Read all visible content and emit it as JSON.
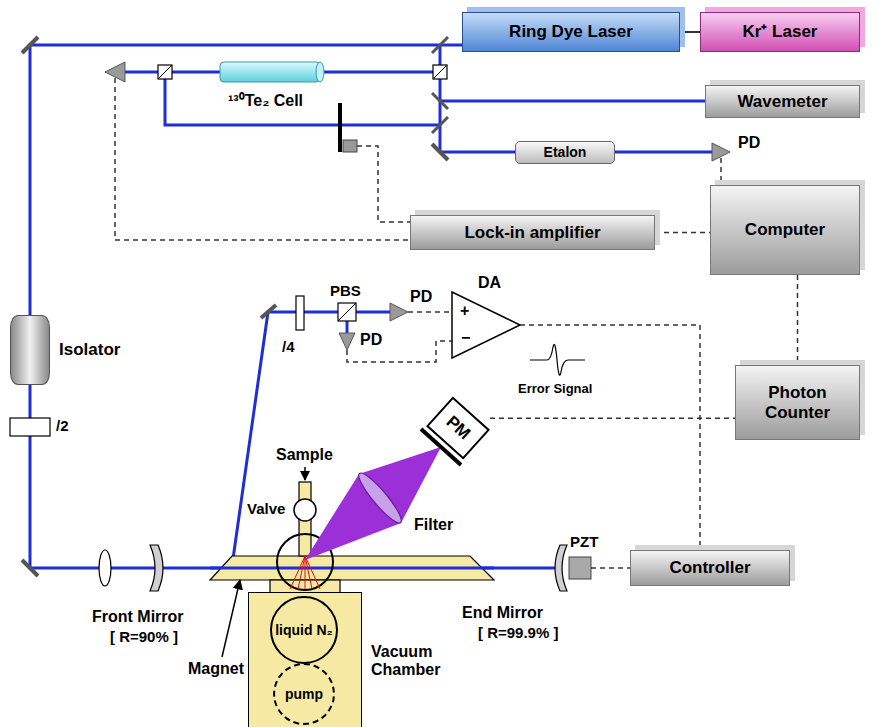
{
  "diagram": {
    "nodes": [
      {
        "text": [
          "Ring Dye Laser"
        ]
      },
      {
        "text": [
          "Kr⁺ Laser"
        ]
      },
      {
        "text": [
          "Wavemeter"
        ]
      },
      {
        "text": [
          "Etalon"
        ]
      },
      {
        "text": [
          "Lock-in amplifier"
        ]
      },
      {
        "text": [
          "Computer"
        ]
      },
      {
        "text": [
          "Isolator"
        ]
      },
      {
        "text": [
          "PM"
        ]
      },
      {
        "text": [
          "Photon Counter"
        ]
      },
      {
        "text": [
          "Controller"
        ]
      },
      {
        "text": [
          "Vacuum Chamber"
        ]
      },
      {
        "text": [
          "liquid N₂"
        ],
        "in": 10
      },
      {
        "text": [
          "pump"
        ],
        "in": 10
      }
    ],
    "edges": [
      {
        "from": 1,
        "to": 0,
        "arrow": "none"
      },
      {
        "from": 4,
        "to": 5,
        "arrow": "none"
      },
      {
        "from": 5,
        "to": 8,
        "arrow": "none"
      },
      {
        "from": 7,
        "to": 8,
        "arrow": "none"
      }
    ],
    "labels": [
      "¹³⁰Te₂ Cell",
      "PD",
      "PBS",
      "PD",
      "DA",
      "+",
      "−",
      "/4",
      "PD",
      "Error Signal",
      "/2",
      "Sample",
      "Valve",
      "Filter",
      "PZT",
      "Front Mirror",
      "[ R=90% ]",
      "Magnet",
      "End Mirror",
      "[ R=99.9% ]"
    ]
  }
}
